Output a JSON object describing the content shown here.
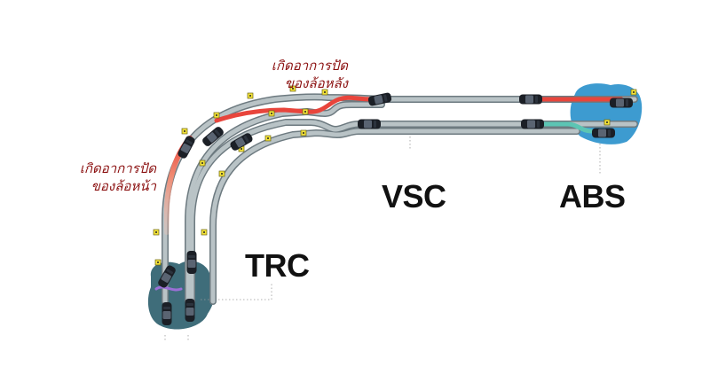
{
  "systems": {
    "trc": "TRC",
    "vsc": "VSC",
    "abs": "ABS"
  },
  "annotations": {
    "rear_wheel_slip": [
      "เกิดอาการปัด",
      "ของล้อหลัง"
    ],
    "front_wheel_slip": [
      "เกิดอาการปัด",
      "ของล้อหน้า"
    ]
  },
  "colors": {
    "track": "#b9c3c6",
    "track_edge": "#6d7a80",
    "slip_red": "#e8453c",
    "slip_fade": "#f7a28c",
    "teal": "#5cc5b4",
    "purple": "#9b6fd6",
    "water_blue": "#3d9bd0",
    "puddle_dark": "#3f6d7a",
    "cone_yellow": "#f3e33a",
    "label_text": "#111111",
    "annotation_text": "#8b1010"
  },
  "icons": [
    "car-icon",
    "traffic-cone-icon",
    "direction-arrow-icon"
  ]
}
